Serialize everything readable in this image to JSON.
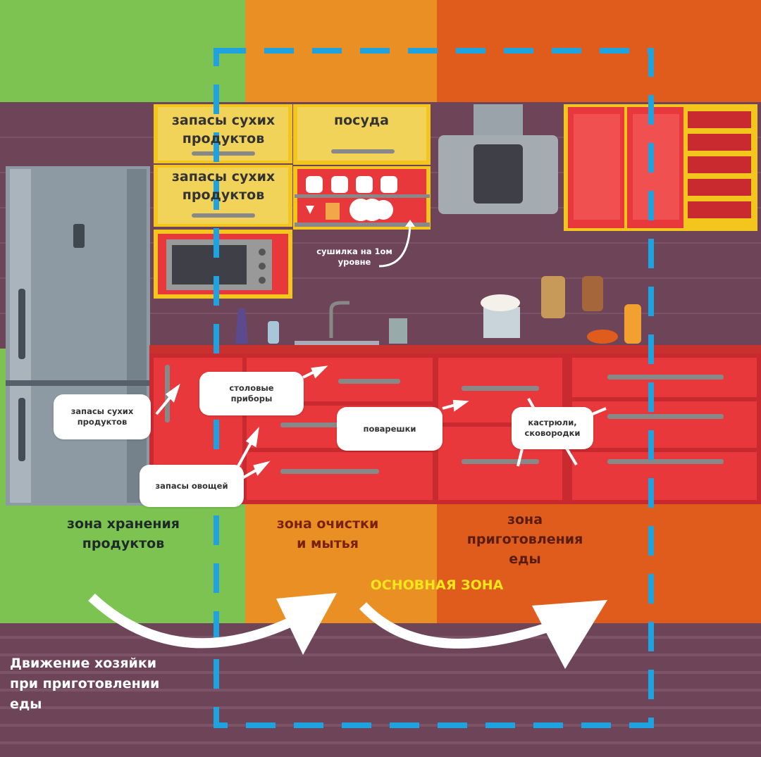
{
  "cabinets": {
    "top_left_1": "запасы сухих\nпродуктов",
    "top_left_2": "запасы сухих\nпродуктов",
    "dishes": "посуда",
    "dryer_note": "сушилка на 1ом\nуровне"
  },
  "bubbles": {
    "dry_goods": "запасы сухих\nпродуктов",
    "cutlery": "столовые\nприборы",
    "ladles": "поварешки",
    "pots": "кастрюли,\nсковородки",
    "vegetables": "запасы овощей"
  },
  "zones": {
    "storage": "зона хранения\nпродуктов",
    "cleaning": "зона очистки\nи мытья",
    "cooking": "зона\nприготовления\nеды",
    "main": "ОСНОВНАЯ ЗОНА"
  },
  "movement_note": "Движение хозяйки\nпри приготовлении\nеды",
  "colors": {
    "green": "#7dc352",
    "orange": "#ea8f24",
    "dark_orange": "#e05c1c",
    "wall": "#6e4558",
    "counter_red": "#e8383b",
    "cabinet_yellow": "#f4c51d",
    "dashed_blue": "#1fa3e0",
    "main_zone_text": "#f5e51b"
  }
}
